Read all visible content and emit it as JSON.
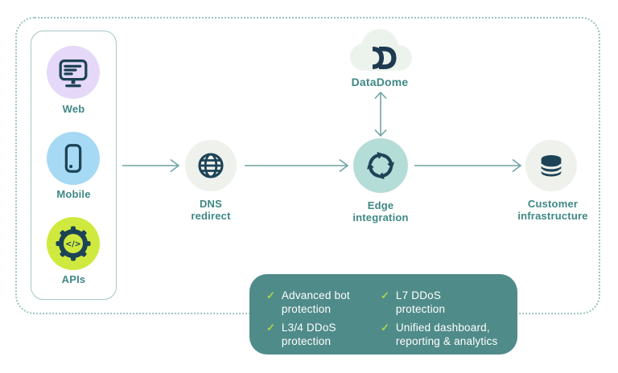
{
  "sources": {
    "items": [
      {
        "label": "Web"
      },
      {
        "label": "Mobile"
      },
      {
        "label": "APIs"
      }
    ]
  },
  "flow": {
    "dns": {
      "line1": "DNS",
      "line2": "redirect"
    },
    "edge": {
      "line1": "Edge",
      "line2": "integration"
    },
    "customer": {
      "line1": "Customer",
      "line2": "infrastructure"
    }
  },
  "datadome": {
    "label": "DataDome"
  },
  "features": {
    "items": [
      {
        "line1": "Advanced bot",
        "line2": "protection"
      },
      {
        "line1": "L7 DDoS",
        "line2": "protection"
      },
      {
        "line1": "L3/4 DDoS",
        "line2": "protection"
      },
      {
        "line1": "Unified dashboard,",
        "line2": "reporting & analytics"
      }
    ],
    "check_glyph": "✓"
  },
  "icons": {
    "code_glyph": "</>"
  },
  "colors": {
    "icon_navy": "#1d4356",
    "logo_navy": "#1e3a52",
    "label_teal": "#3e8884",
    "arrow": "#6fa3a4",
    "dashed_border": "#9cc2c0",
    "apps_box_border": "#a3c6c8",
    "circle_web": "#e5d8f8",
    "circle_mobile": "#a6d9f4",
    "circle_apis": "#cfe93e",
    "circle_light": "#eef1ec",
    "circle_edge": "#b5ddd8",
    "cloud_fill": "#ecf3ec",
    "features_bg": "#4f8b89",
    "check_green": "#a6d74b",
    "features_text": "#ffffff"
  }
}
